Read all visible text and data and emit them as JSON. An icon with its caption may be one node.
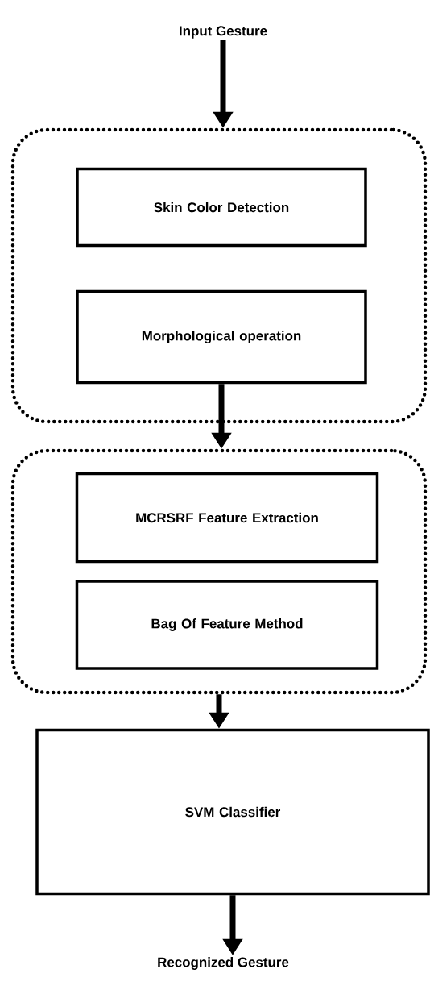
{
  "diagram": {
    "nodes": [
      {
        "text": [
          "Input Gesture"
        ]
      },
      {
        "text": [],
        "shape": "box"
      },
      {
        "text": [
          "Skin Color Detection"
        ],
        "in": 1
      },
      {
        "text": [
          "Morphological operation"
        ],
        "in": 1
      },
      {
        "text": [],
        "shape": "box"
      },
      {
        "text": [
          "MCRSRF Feature Extraction"
        ],
        "in": 4
      },
      {
        "text": [
          "Bag Of Feature Method"
        ],
        "in": 4
      },
      {
        "text": [
          "SVM Classifier"
        ]
      },
      {
        "text": [
          "Recognized Gesture"
        ]
      }
    ],
    "edges": [
      {
        "from": 0,
        "to": 1,
        "arrow": "to"
      },
      {
        "from": 3,
        "to": 4,
        "arrow": "to"
      },
      {
        "from": 4,
        "to": 7,
        "arrow": "to"
      },
      {
        "from": 7,
        "to": 8,
        "arrow": "to"
      }
    ]
  }
}
